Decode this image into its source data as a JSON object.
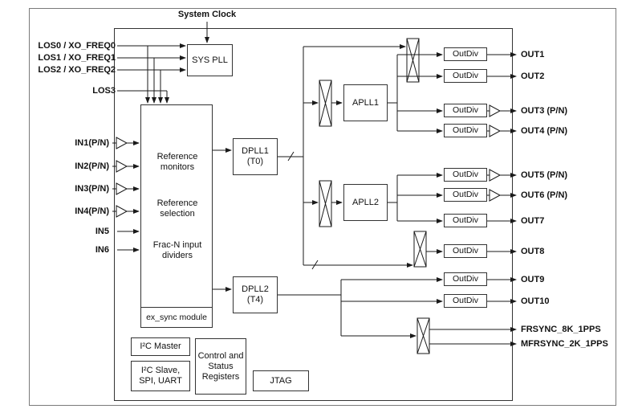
{
  "figure": {
    "system_clock_label": "System Clock",
    "sys_pll_label": "SYS PLL",
    "los_ports": [
      "LOS0 / XO_FREQ0",
      "LOS1 / XO_FREQ1",
      "LOS2 / XO_FREQ2",
      "LOS3"
    ],
    "input_ports": [
      "IN1(P/N)",
      "IN2(P/N)",
      "IN3(P/N)",
      "IN4(P/N)",
      "IN5",
      "IN6"
    ],
    "reference_block": {
      "line1": "Reference monitors",
      "line2": "Reference selection",
      "line3": "Frac-N input dividers",
      "ex_sync_label": "ex_sync module"
    },
    "dpll1": {
      "title": "DPLL1",
      "subtitle": "(T0)"
    },
    "dpll2": {
      "title": "DPLL2",
      "subtitle": "(T4)"
    },
    "apll1_label": "APLL1",
    "apll2_label": "APLL2",
    "outdiv_label": "OutDiv",
    "output_ports": [
      "OUT1",
      "OUT2",
      "OUT3 (P/N)",
      "OUT4 (P/N)",
      "OUT5 (P/N)",
      "OUT6 (P/N)",
      "OUT7",
      "OUT8",
      "OUT9",
      "OUT10"
    ],
    "sync_ports": [
      "FRSYNC_8K_1PPS",
      "MFRSYNC_2K_1PPS"
    ],
    "blocks": {
      "i2c_master": "I²C Master",
      "i2c_slave_line1": "I²C Slave,",
      "i2c_slave_line2": "SPI, UART",
      "csr_line1": "Control and",
      "csr_line2": "Status",
      "csr_line3": "Registers",
      "jtag": "JTAG"
    }
  }
}
